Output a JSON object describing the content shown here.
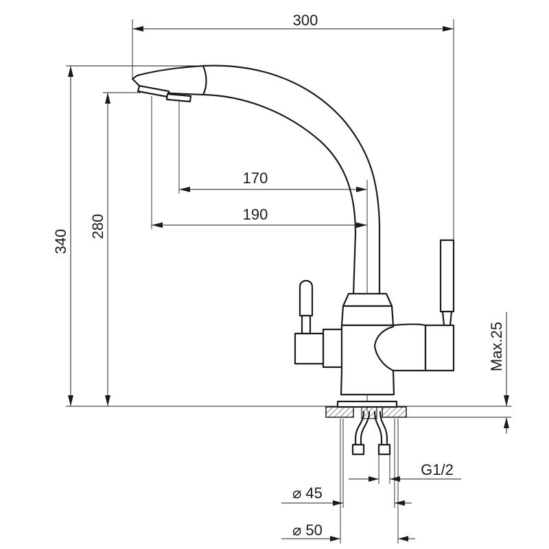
{
  "dimensions": {
    "overall_width": "300",
    "overall_height": "340",
    "spout_height": "280",
    "reach_inner": "170",
    "reach_outer": "190",
    "max_counter": "Max.25",
    "thread": "G1/2",
    "diameter_45": "⌀ 45",
    "diameter_50": "⌀ 50"
  }
}
